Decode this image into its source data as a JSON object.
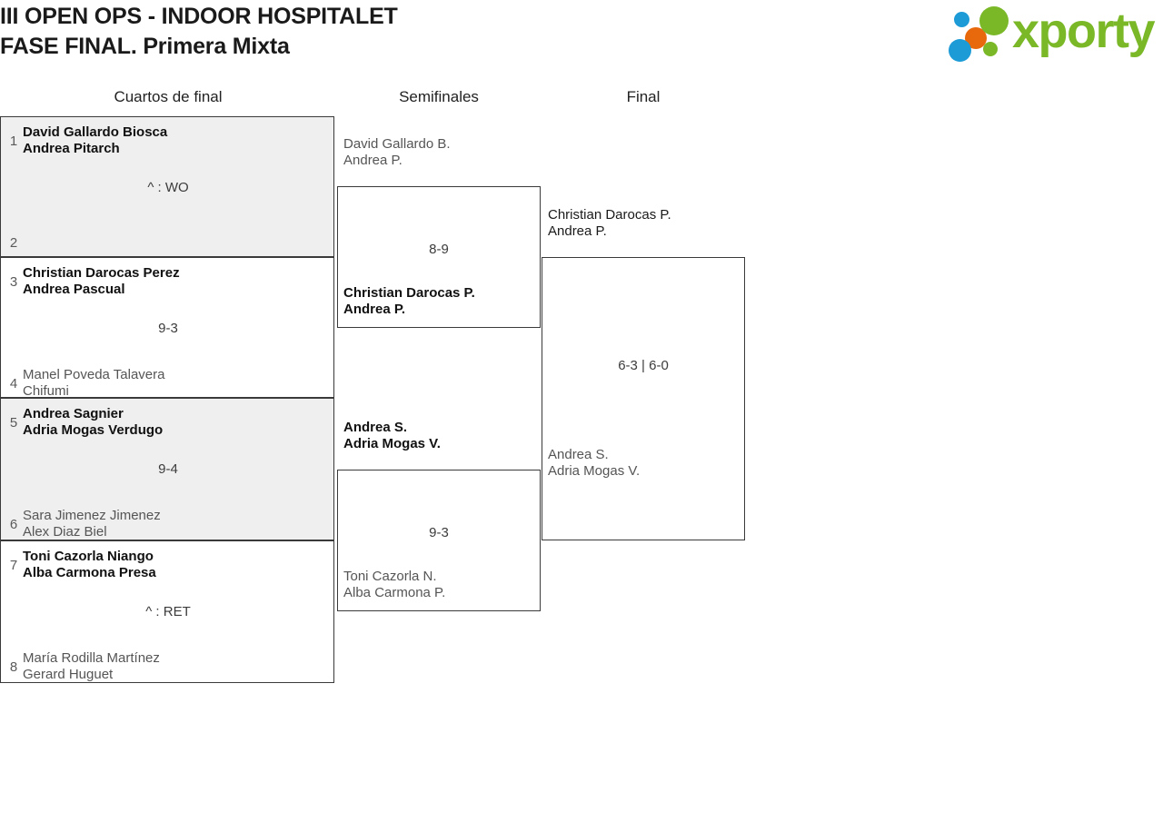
{
  "header": {
    "title_line1": "III OPEN OPS - INDOOR HOSPITALET",
    "title_line2": "FASE FINAL. Primera Mixta",
    "logo_text": "xporty",
    "logo_colors": {
      "green": "#7ab828",
      "blue": "#1d9bd7",
      "orange": "#e8690b"
    }
  },
  "rounds": [
    {
      "label": "Cuartos de final"
    },
    {
      "label": "Semifinales"
    },
    {
      "label": "Final"
    }
  ],
  "quarterfinals": [
    {
      "score": "^ : WO",
      "top": {
        "seed": "1",
        "player1": "David Gallardo Biosca",
        "player2": "Andrea Pitarch",
        "result": "winner"
      },
      "bottom": {
        "seed": "2",
        "player1": "",
        "player2": "",
        "result": "bye"
      }
    },
    {
      "score": "9-3",
      "top": {
        "seed": "3",
        "player1": "Christian Darocas Perez",
        "player2": "Andrea Pascual",
        "result": "winner"
      },
      "bottom": {
        "seed": "4",
        "player1": "Manel Poveda Talavera",
        "player2": "Chifumi",
        "result": "loser"
      }
    },
    {
      "score": "9-4",
      "top": {
        "seed": "5",
        "player1": "Andrea Sagnier",
        "player2": "Adria Mogas Verdugo",
        "result": "winner"
      },
      "bottom": {
        "seed": "6",
        "player1": "Sara Jimenez Jimenez",
        "player2": "Alex Diaz Biel",
        "result": "loser"
      }
    },
    {
      "score": "^ : RET",
      "top": {
        "seed": "7",
        "player1": "Toni Cazorla Niango",
        "player2": "Alba Carmona Presa",
        "result": "winner"
      },
      "bottom": {
        "seed": "8",
        "player1": "María Rodilla Martínez",
        "player2": "Gerard Huguet",
        "result": "loser"
      }
    }
  ],
  "semifinals": [
    {
      "score": "8-9",
      "top": {
        "player1": "David Gallardo B.",
        "player2": "Andrea P.",
        "result": "loser"
      },
      "bottom": {
        "player1": "Christian Darocas P.",
        "player2": "Andrea P.",
        "result": "winner"
      }
    },
    {
      "score": "9-3",
      "top": {
        "player1": "Andrea S.",
        "player2": "Adria Mogas V.",
        "result": "winner"
      },
      "bottom": {
        "player1": "Toni Cazorla N.",
        "player2": "Alba Carmona P.",
        "result": "loser"
      }
    }
  ],
  "final": {
    "score": "6-3 | 6-0",
    "top": {
      "player1": "Christian Darocas P.",
      "player2": "Andrea P.",
      "result": "champion"
    },
    "bottom": {
      "player1": "Andrea S.",
      "player2": "Adria Mogas V.",
      "result": "loser"
    }
  }
}
